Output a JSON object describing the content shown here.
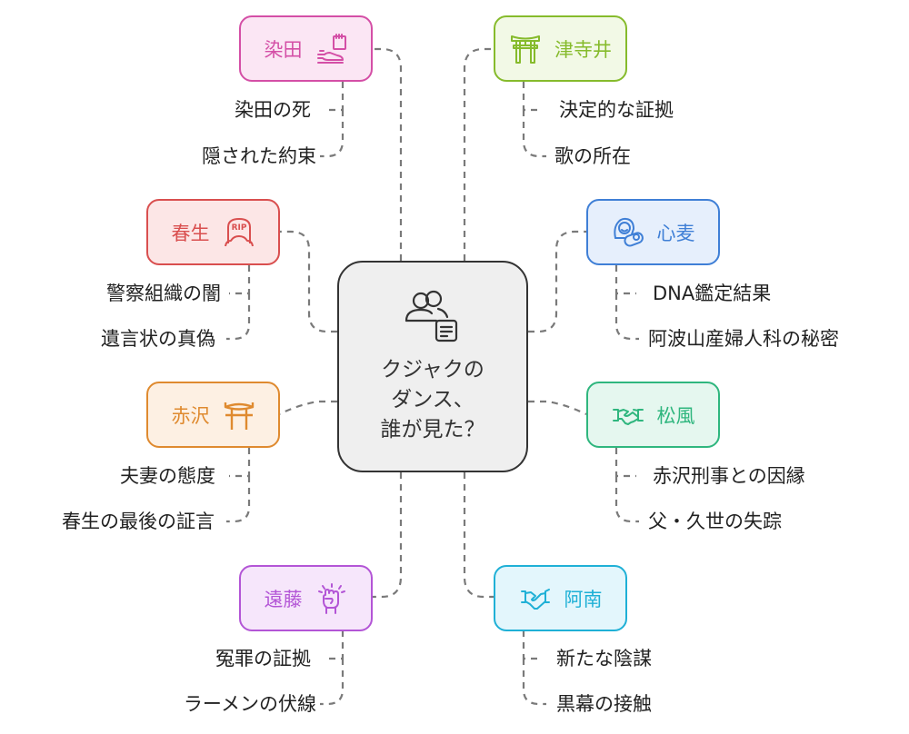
{
  "center": {
    "title": "クジャクの\nダンス、\n誰が見た？",
    "icon": "people-document-icon"
  },
  "nodes": [
    {
      "id": "someda",
      "label": "染田",
      "icon": "hand-calendar-icon",
      "color": "#d44fa6",
      "fill": "#fbe6f4",
      "items": [
        "染田の死",
        "隠された約束"
      ]
    },
    {
      "id": "tsujii",
      "label": "津寺井",
      "icon": "torii-gate-icon",
      "color": "#86bb2c",
      "fill": "#f2f9e6",
      "items": [
        "決定的な証拠",
        "歌の所在"
      ]
    },
    {
      "id": "haruo",
      "label": "春生",
      "icon": "rip-tombstone-icon",
      "color": "#d94f4f",
      "fill": "#fce6e6",
      "items": [
        "警察組織の闇",
        "遺言状の真偽"
      ]
    },
    {
      "id": "kokomugi",
      "label": "心麦",
      "icon": "woman-baby-icon",
      "color": "#3f7fd6",
      "fill": "#e6effc",
      "items": [
        "DNA鑑定結果",
        "阿波山産婦人科の秘密"
      ]
    },
    {
      "id": "akazawa",
      "label": "赤沢",
      "icon": "gate-icon",
      "color": "#df8a2f",
      "fill": "#fdf0e3",
      "items": [
        "夫妻の態度",
        "春生の最後の証言"
      ]
    },
    {
      "id": "matsukaze",
      "label": "松風",
      "icon": "handshake-icon",
      "color": "#2fb67e",
      "fill": "#e5f7ef",
      "items": [
        "赤沢刑事との因縁",
        "父・久世の失踪"
      ]
    },
    {
      "id": "endo",
      "label": "遠藤",
      "icon": "raised-fist-icon",
      "color": "#b355d6",
      "fill": "#f6e6fb",
      "items": [
        "冤罪の証拠",
        "ラーメンの伏線"
      ]
    },
    {
      "id": "anan",
      "label": "阿南",
      "icon": "handshake-icon",
      "color": "#1fb0d6",
      "fill": "#e3f6fc",
      "items": [
        "新たな陰謀",
        "黒幕の接触"
      ]
    }
  ]
}
